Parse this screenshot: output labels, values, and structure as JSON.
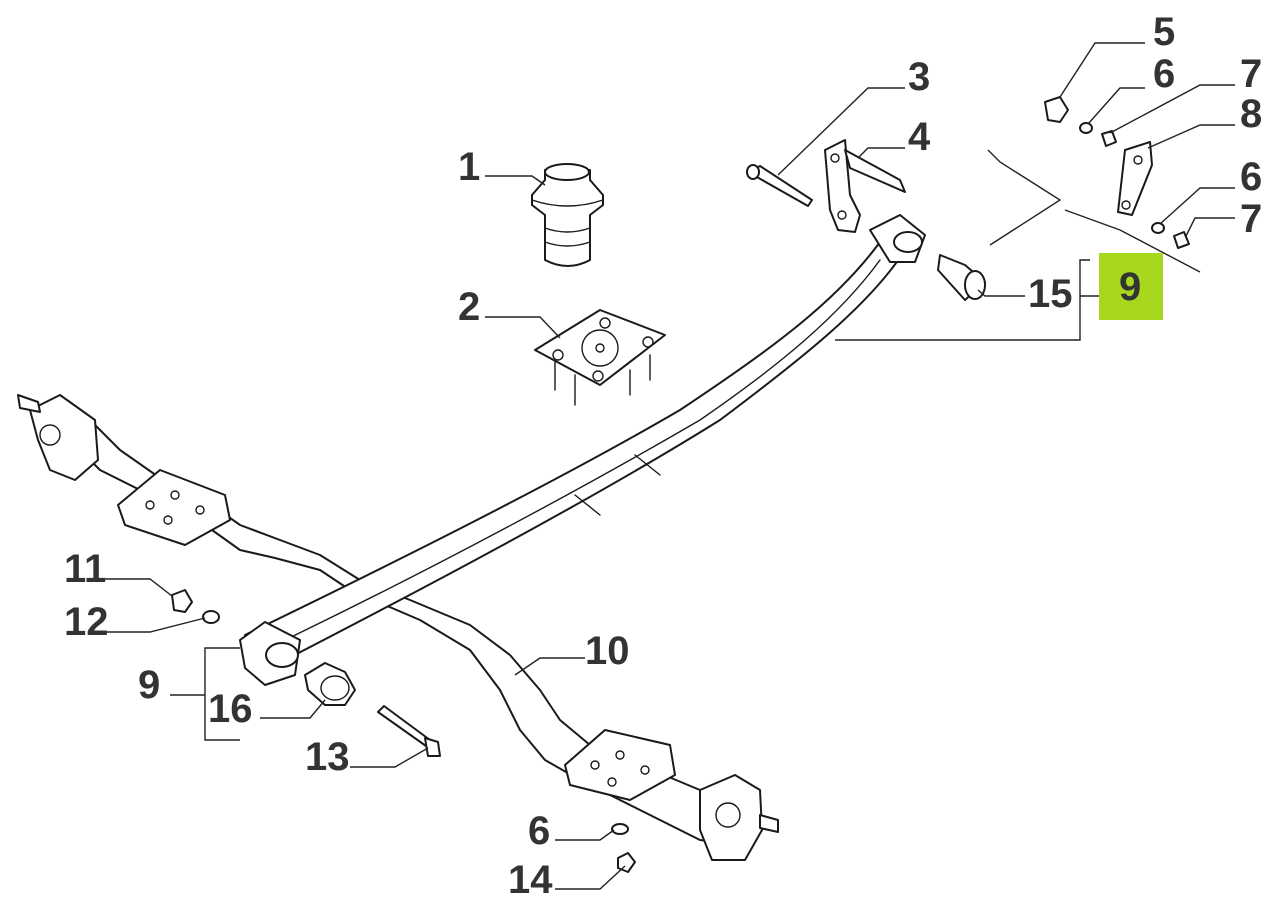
{
  "callouts": {
    "c1": "1",
    "c2": "2",
    "c3": "3",
    "c4": "4",
    "c5": "5",
    "c6a": "6",
    "c6b": "6",
    "c6c": "6",
    "c7a": "7",
    "c7b": "7",
    "c8": "8",
    "c9_highlight": "9",
    "c9_left": "9",
    "c10": "10",
    "c11": "11",
    "c12": "12",
    "c13": "13",
    "c14": "14",
    "c15": "15",
    "c16": "16"
  },
  "colors": {
    "highlight": "#a8d81e",
    "label": "#333333",
    "line": "#1a1a1a"
  }
}
